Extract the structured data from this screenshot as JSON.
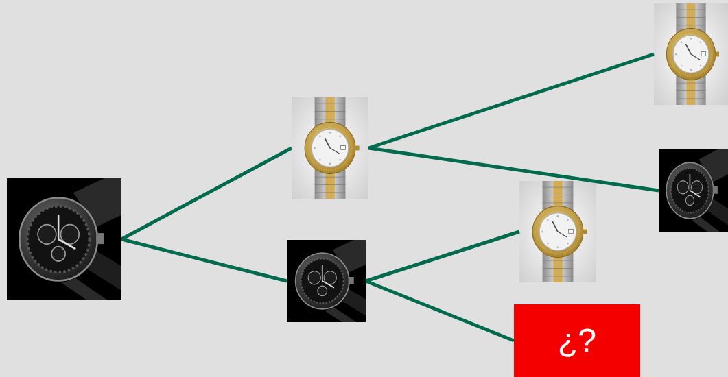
{
  "diagram": {
    "nodes": [
      {
        "text": []
      },
      {
        "text": []
      },
      {
        "text": []
      },
      {
        "text": []
      },
      {
        "text": []
      },
      {
        "text": []
      },
      {
        "text": [
          "¿?"
        ]
      }
    ],
    "edges": [
      {
        "from": 0,
        "to": 1,
        "arrow": "none"
      },
      {
        "from": 0,
        "to": 2,
        "arrow": "none"
      },
      {
        "from": 1,
        "to": 3,
        "arrow": "none"
      },
      {
        "from": 1,
        "to": 4,
        "arrow": "none"
      },
      {
        "from": 2,
        "to": 5,
        "arrow": "none"
      },
      {
        "from": 2,
        "to": 6,
        "arrow": "none"
      }
    ]
  }
}
